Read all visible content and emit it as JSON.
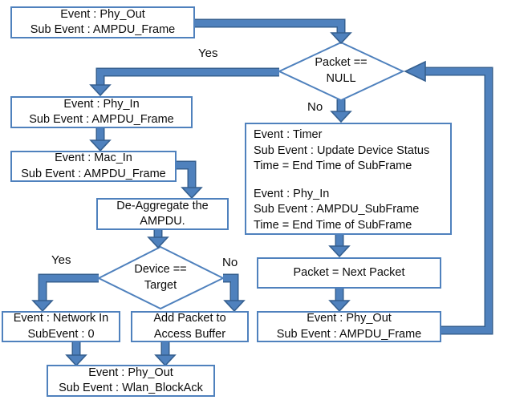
{
  "nodes": {
    "start": {
      "lines": [
        "Event : Phy_Out",
        "Sub Event : AMPDU_Frame"
      ]
    },
    "packet_null": {
      "lines": [
        "Packet ==",
        "NULL"
      ]
    },
    "phy_in": {
      "lines": [
        "Event : Phy_In",
        "Sub Event : AMPDU_Frame"
      ]
    },
    "mac_in": {
      "lines": [
        "Event : Mac_In",
        "Sub Event : AMPDU_Frame"
      ]
    },
    "deaggregate": {
      "lines": [
        "De-Aggregate the",
        "AMPDU."
      ]
    },
    "device_target": {
      "lines": [
        "Device ==",
        "Target"
      ]
    },
    "network_in": {
      "lines": [
        "Event : Network In",
        "SubEvent : 0"
      ]
    },
    "add_packet": {
      "lines": [
        "Add Packet to",
        "Access Buffer"
      ]
    },
    "block_ack": {
      "lines": [
        "Event : Phy_Out",
        "Sub Event : Wlan_BlockAck"
      ]
    },
    "timer": {
      "lines": [
        "Event : Timer",
        "Sub Event : Update Device Status",
        "Time = End Time of SubFrame",
        "",
        "Event : Phy_In",
        "Sub Event : AMPDU_SubFrame",
        "Time = End Time of SubFrame"
      ]
    },
    "next_packet": {
      "lines": [
        "Packet = Next Packet"
      ]
    },
    "phy_out_loop": {
      "lines": [
        "Event : Phy_Out",
        "Sub Event : AMPDU_Frame"
      ]
    }
  },
  "edge_labels": {
    "yes_top": "Yes",
    "no_top": "No",
    "yes_bottom": "Yes",
    "no_bottom": "No"
  },
  "colors": {
    "accent": "#4F81BD",
    "arrow_edge": "#355F8F",
    "text": "#0b0b0b",
    "background": "#FFFFFF"
  }
}
